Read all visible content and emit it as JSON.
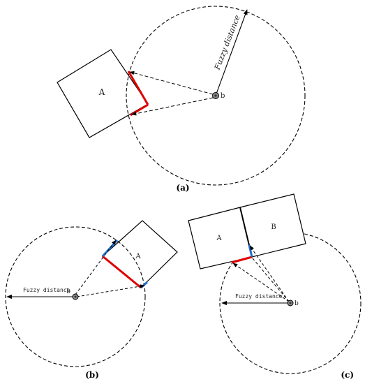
{
  "panels": {
    "a": {
      "caption": "(a)",
      "region_a_label": "A",
      "point_label": "b",
      "distance_label": "Fuzzy distance"
    },
    "b": {
      "caption": "(b)",
      "region_a_label": "A",
      "point_label": "b",
      "distance_label": "Fuzzy distance"
    },
    "c": {
      "caption": "(c)",
      "region_a_label": "A",
      "region_b_label": "B",
      "point_label": "b",
      "distance_label": "Fuzzy distance"
    }
  },
  "colors": {
    "line": "#000000",
    "highlight_red": "#e00000",
    "highlight_blue": "#1f6fd0",
    "point_fill": "#888888"
  }
}
